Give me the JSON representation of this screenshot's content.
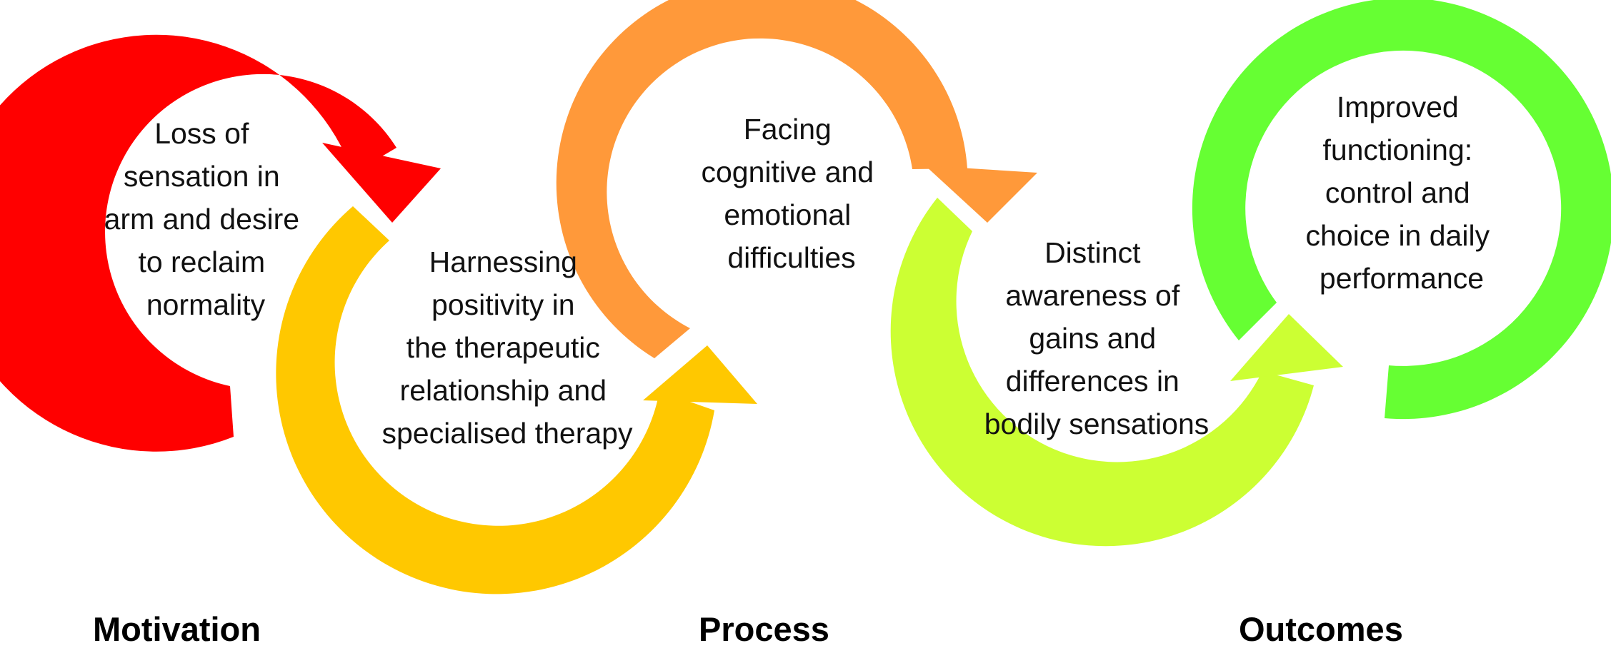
{
  "nodes": [
    {
      "id": "loss-of-sensation",
      "lines": [
        "Loss of",
        "sensation in",
        "arm and desire",
        "to reclaim",
        "normality"
      ],
      "color": "#ff0000"
    },
    {
      "id": "harnessing-positivity",
      "lines": [
        "Harnessing",
        "positivity in",
        "the therapeutic",
        "relationship and",
        "specialised therapy"
      ],
      "color": "#ffc800"
    },
    {
      "id": "facing-difficulties",
      "lines": [
        "Facing",
        "cognitive and",
        "emotional",
        "difficulties"
      ],
      "color": "#ff993a"
    },
    {
      "id": "distinct-awareness",
      "lines": [
        "Distinct",
        "awareness of",
        "gains and",
        "differences in",
        "bodily sensations"
      ],
      "color": "#ccff33"
    },
    {
      "id": "improved-functioning",
      "lines": [
        "Improved",
        "functioning:",
        "control and",
        "choice in daily",
        "performance"
      ],
      "color": "#66ff33"
    }
  ],
  "stages": [
    {
      "label": "Motivation"
    },
    {
      "label": "Process"
    },
    {
      "label": "Outcomes"
    }
  ]
}
